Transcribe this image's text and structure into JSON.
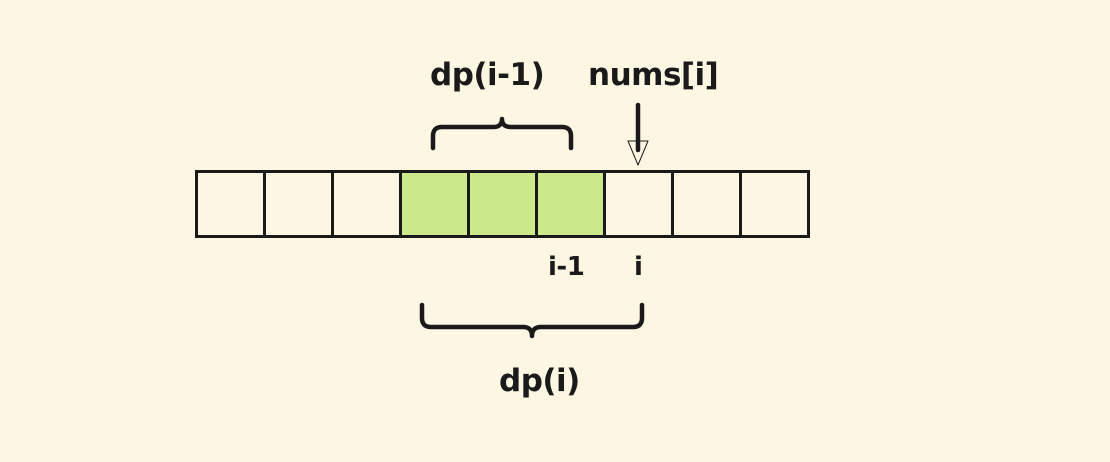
{
  "diagram": {
    "title": "Dynamic programming maximum subarray recurrence illustration",
    "background_color": "#fdf6e3",
    "ink_color": "#1a1a1a",
    "highlight_color": "#cce98c",
    "labels": {
      "dp_previous": "dp(i-1)",
      "nums_at_i": "nums[i]",
      "index_i_minus_1": "i-1",
      "index_i": "i",
      "dp_current": "dp(i)"
    },
    "array": {
      "cell_count": 9,
      "cells": [
        {
          "index": 0,
          "filled": false,
          "value": ""
        },
        {
          "index": 1,
          "filled": false,
          "value": ""
        },
        {
          "index": 2,
          "filled": false,
          "value": ""
        },
        {
          "index": 3,
          "filled": true,
          "value": ""
        },
        {
          "index": 4,
          "filled": true,
          "value": ""
        },
        {
          "index": 5,
          "filled": true,
          "value": ""
        },
        {
          "index": 6,
          "filled": false,
          "value": ""
        },
        {
          "index": 7,
          "filled": false,
          "value": ""
        },
        {
          "index": 8,
          "filled": false,
          "value": ""
        }
      ]
    },
    "annotations": {
      "top_brace": {
        "name": "dp-previous-brace",
        "direction": "down",
        "spans_cells": [
          3,
          4,
          5
        ],
        "label": "dp(i-1)"
      },
      "bottom_brace": {
        "name": "dp-current-brace",
        "direction": "up",
        "spans_cells": [
          3,
          4,
          5,
          6
        ],
        "label": "dp(i)"
      },
      "arrow": {
        "name": "nums-pointer-arrow",
        "direction": "down",
        "points_to_cell": 6,
        "label": "nums[i]"
      }
    }
  }
}
